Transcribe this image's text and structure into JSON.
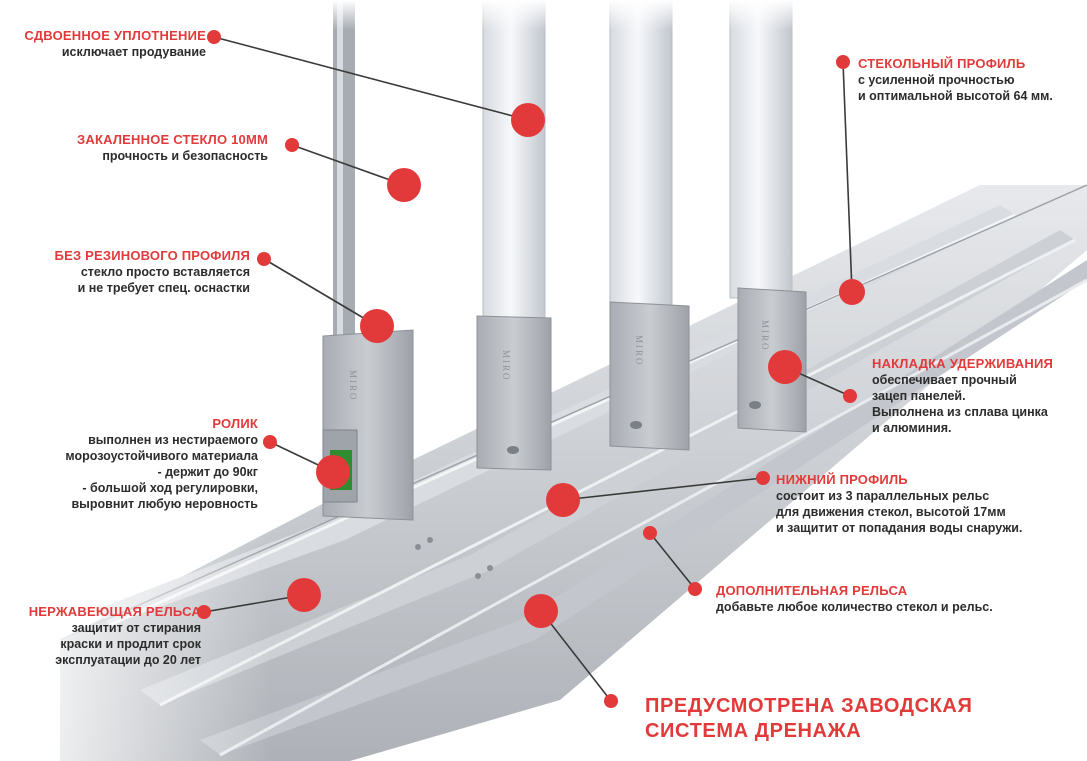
{
  "colors": {
    "accent": "#e23a3a",
    "text": "#2c2c2c",
    "metal": "#b9bcc1"
  },
  "brand": "MIRO",
  "callouts": {
    "double_seal": {
      "title": "Сдвоенное уплотнение",
      "desc": "исключает продувание"
    },
    "tempered_glass": {
      "title": "Закаленное стекло 10мм",
      "desc": "прочность и безопасность"
    },
    "no_rubber": {
      "title": "Без резинового профиля",
      "desc": "стекло просто вставляется\nи не требует спец. оснастки"
    },
    "roller": {
      "title": "Ролик",
      "desc": "выполнен из нестираемого\nморозоустойчивого материала\n- держит до 90кг\n- большой ход регулировки,\nвыровнит любую неровность"
    },
    "stainless_rail": {
      "title": "Нержавеющая  рельса",
      "desc": "защитит от стирания\nкраски и продлит срок\nэксплуатации до 20 лет"
    },
    "glass_profile": {
      "title": "Стекольный профиль",
      "desc": "с усиленной прочностью\nи оптимальной высотой 64 мм."
    },
    "holding_cover": {
      "title": "Накладка удерживания",
      "desc": "обеспечивает прочный\nзацеп панелей.\nВыполнена из сплава цинка\nи алюминия."
    },
    "bottom_profile": {
      "title": "Нижний профиль",
      "desc": "состоит из 3 параллельных рельс\nдля движения стекол, высотой 17мм\nи защитит от попадания воды снаружи."
    },
    "extra_rail": {
      "title": "Дополнительная рельса",
      "desc": "добавьте любое количество стекол и рельс."
    }
  },
  "drainage": {
    "line1": "Предусмотрена заводская",
    "line2": "система дренажа"
  }
}
